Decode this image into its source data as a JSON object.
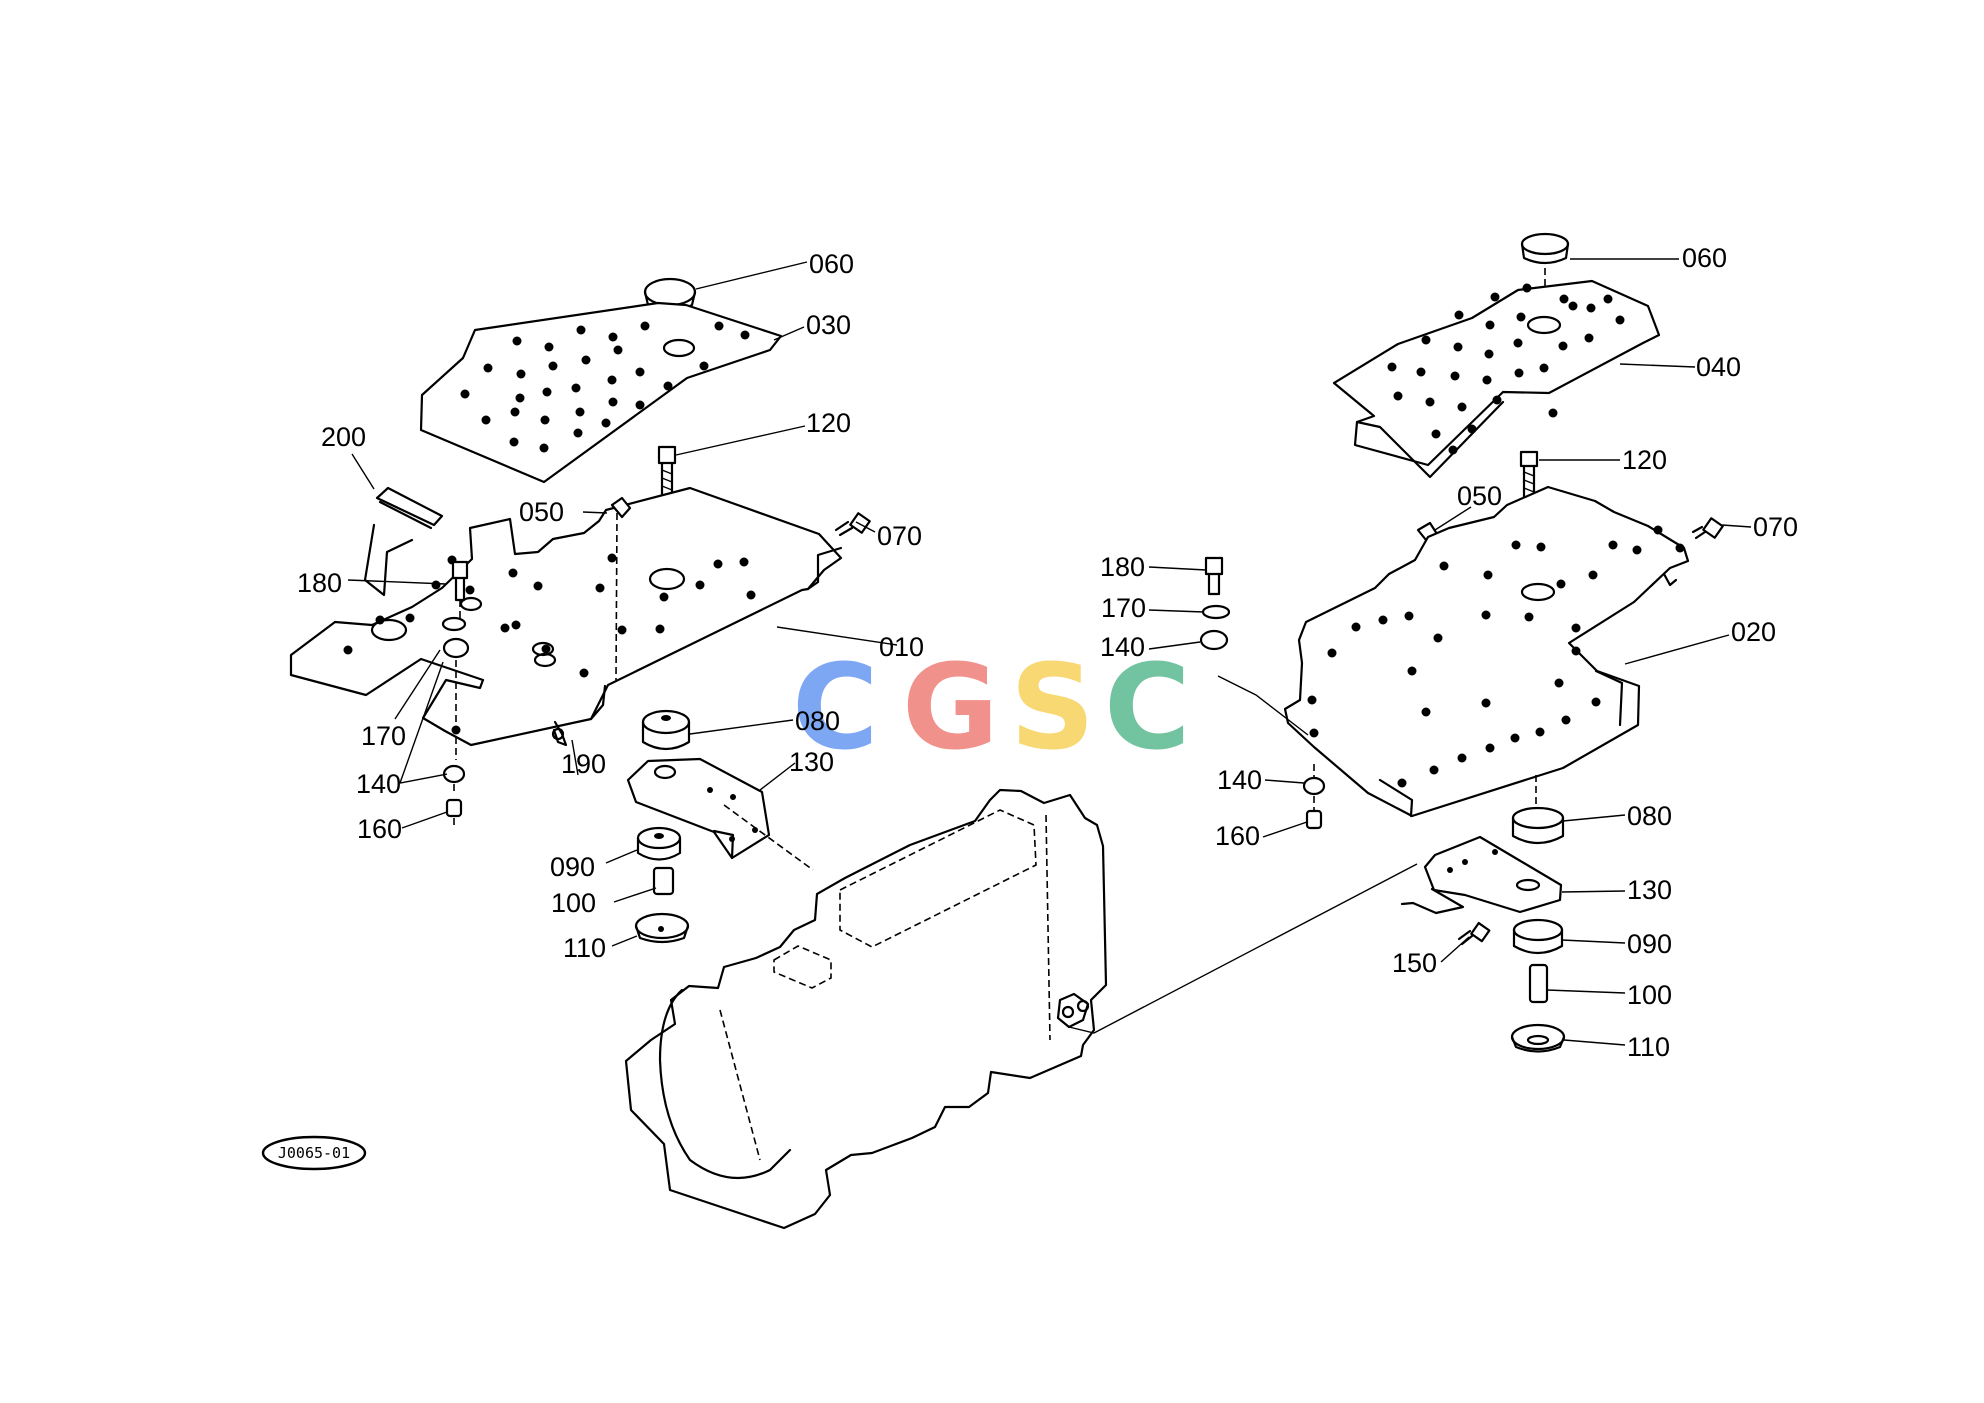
{
  "diagram": {
    "reference_code": "J0065-01",
    "watermark": {
      "letters": [
        "C",
        "G",
        "S",
        "C"
      ],
      "colors": [
        "#7ea7f3",
        "#f0918b",
        "#f7d873",
        "#72c3a0"
      ]
    },
    "callouts": {
      "left": [
        "060",
        "030",
        "120",
        "200",
        "050",
        "070",
        "180",
        "010",
        "170",
        "080",
        "140",
        "190",
        "130",
        "160",
        "090",
        "100",
        "110"
      ],
      "right": [
        "060",
        "040",
        "120",
        "050",
        "070",
        "180",
        "170",
        "140",
        "020",
        "140",
        "160",
        "080",
        "130",
        "150",
        "090",
        "100",
        "110"
      ]
    }
  }
}
